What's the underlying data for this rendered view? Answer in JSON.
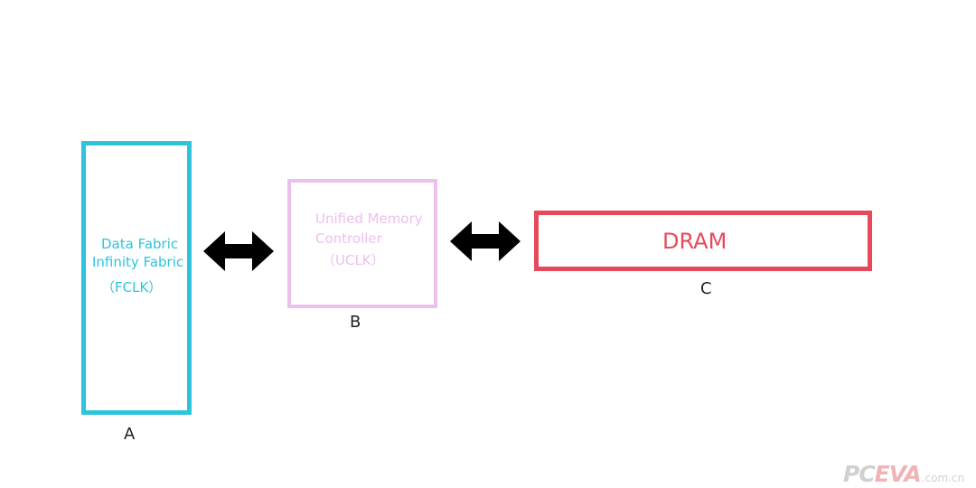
{
  "box_a": {
    "line1": "Data Fabric",
    "line2": "Infinity Fabric",
    "line3": "（FCLK）",
    "letter": "A"
  },
  "box_b": {
    "line1": "Unified Memory",
    "line2": "Controller",
    "line3": "（UCLK）",
    "letter": "B"
  },
  "box_c": {
    "label": "DRAM",
    "letter": "C"
  },
  "watermark": {
    "brand_part1": "PC",
    "brand_part2": "EVA",
    "suffix": ".com.cn"
  },
  "colors": {
    "box_a": "#2ec4dc",
    "box_b": "#ecc0ec",
    "box_c": "#e64a5a",
    "arrow": "#000000",
    "watermark": "#d0d0d0"
  },
  "icons": {
    "arrows": "double-headed-arrow-icon"
  }
}
